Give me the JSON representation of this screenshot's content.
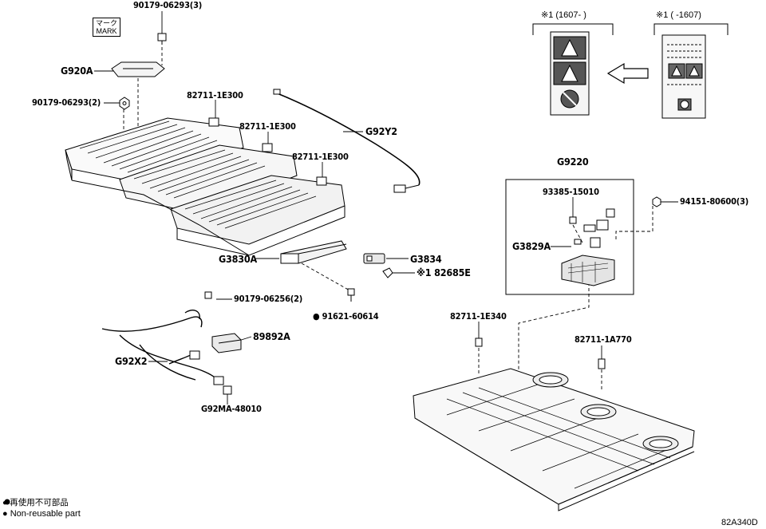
{
  "mark": {
    "ja": "マーク",
    "en": "MARK"
  },
  "labels": {
    "p90179_06293_3": "90179-06293(3)",
    "g920a": "G920A",
    "p90179_06293_2": "90179-06293(2)",
    "p82711_1e300_a": "82711-1E300",
    "p82711_1e300_b": "82711-1E300",
    "p82711_1e300_c": "82711-1E300",
    "g92y2": "G92Y2",
    "g3830a": "G3830A",
    "g3834": "G3834",
    "p82685e": "※1 82685E",
    "p90179_06256": "90179-06256(2)",
    "p91621_60614": "● 91621-60614",
    "p89892a": "89892A",
    "g92x2": "G92X2",
    "g92ma": "G92MA-48010",
    "g9220": "G9220",
    "p93385": "93385-15010",
    "g3829a": "G3829A",
    "p94151": "94151-80600(3)",
    "p82711_1e340": "82711-1E340",
    "p82711_1a770": "82711-1A770",
    "note1_range": "※1 (1607-     )",
    "note2_range": "※1 (     -1607)"
  },
  "legend": {
    "ja": "● 再使用不可部品",
    "en": "● Non-reusable part"
  },
  "figure_code": "82A340D"
}
